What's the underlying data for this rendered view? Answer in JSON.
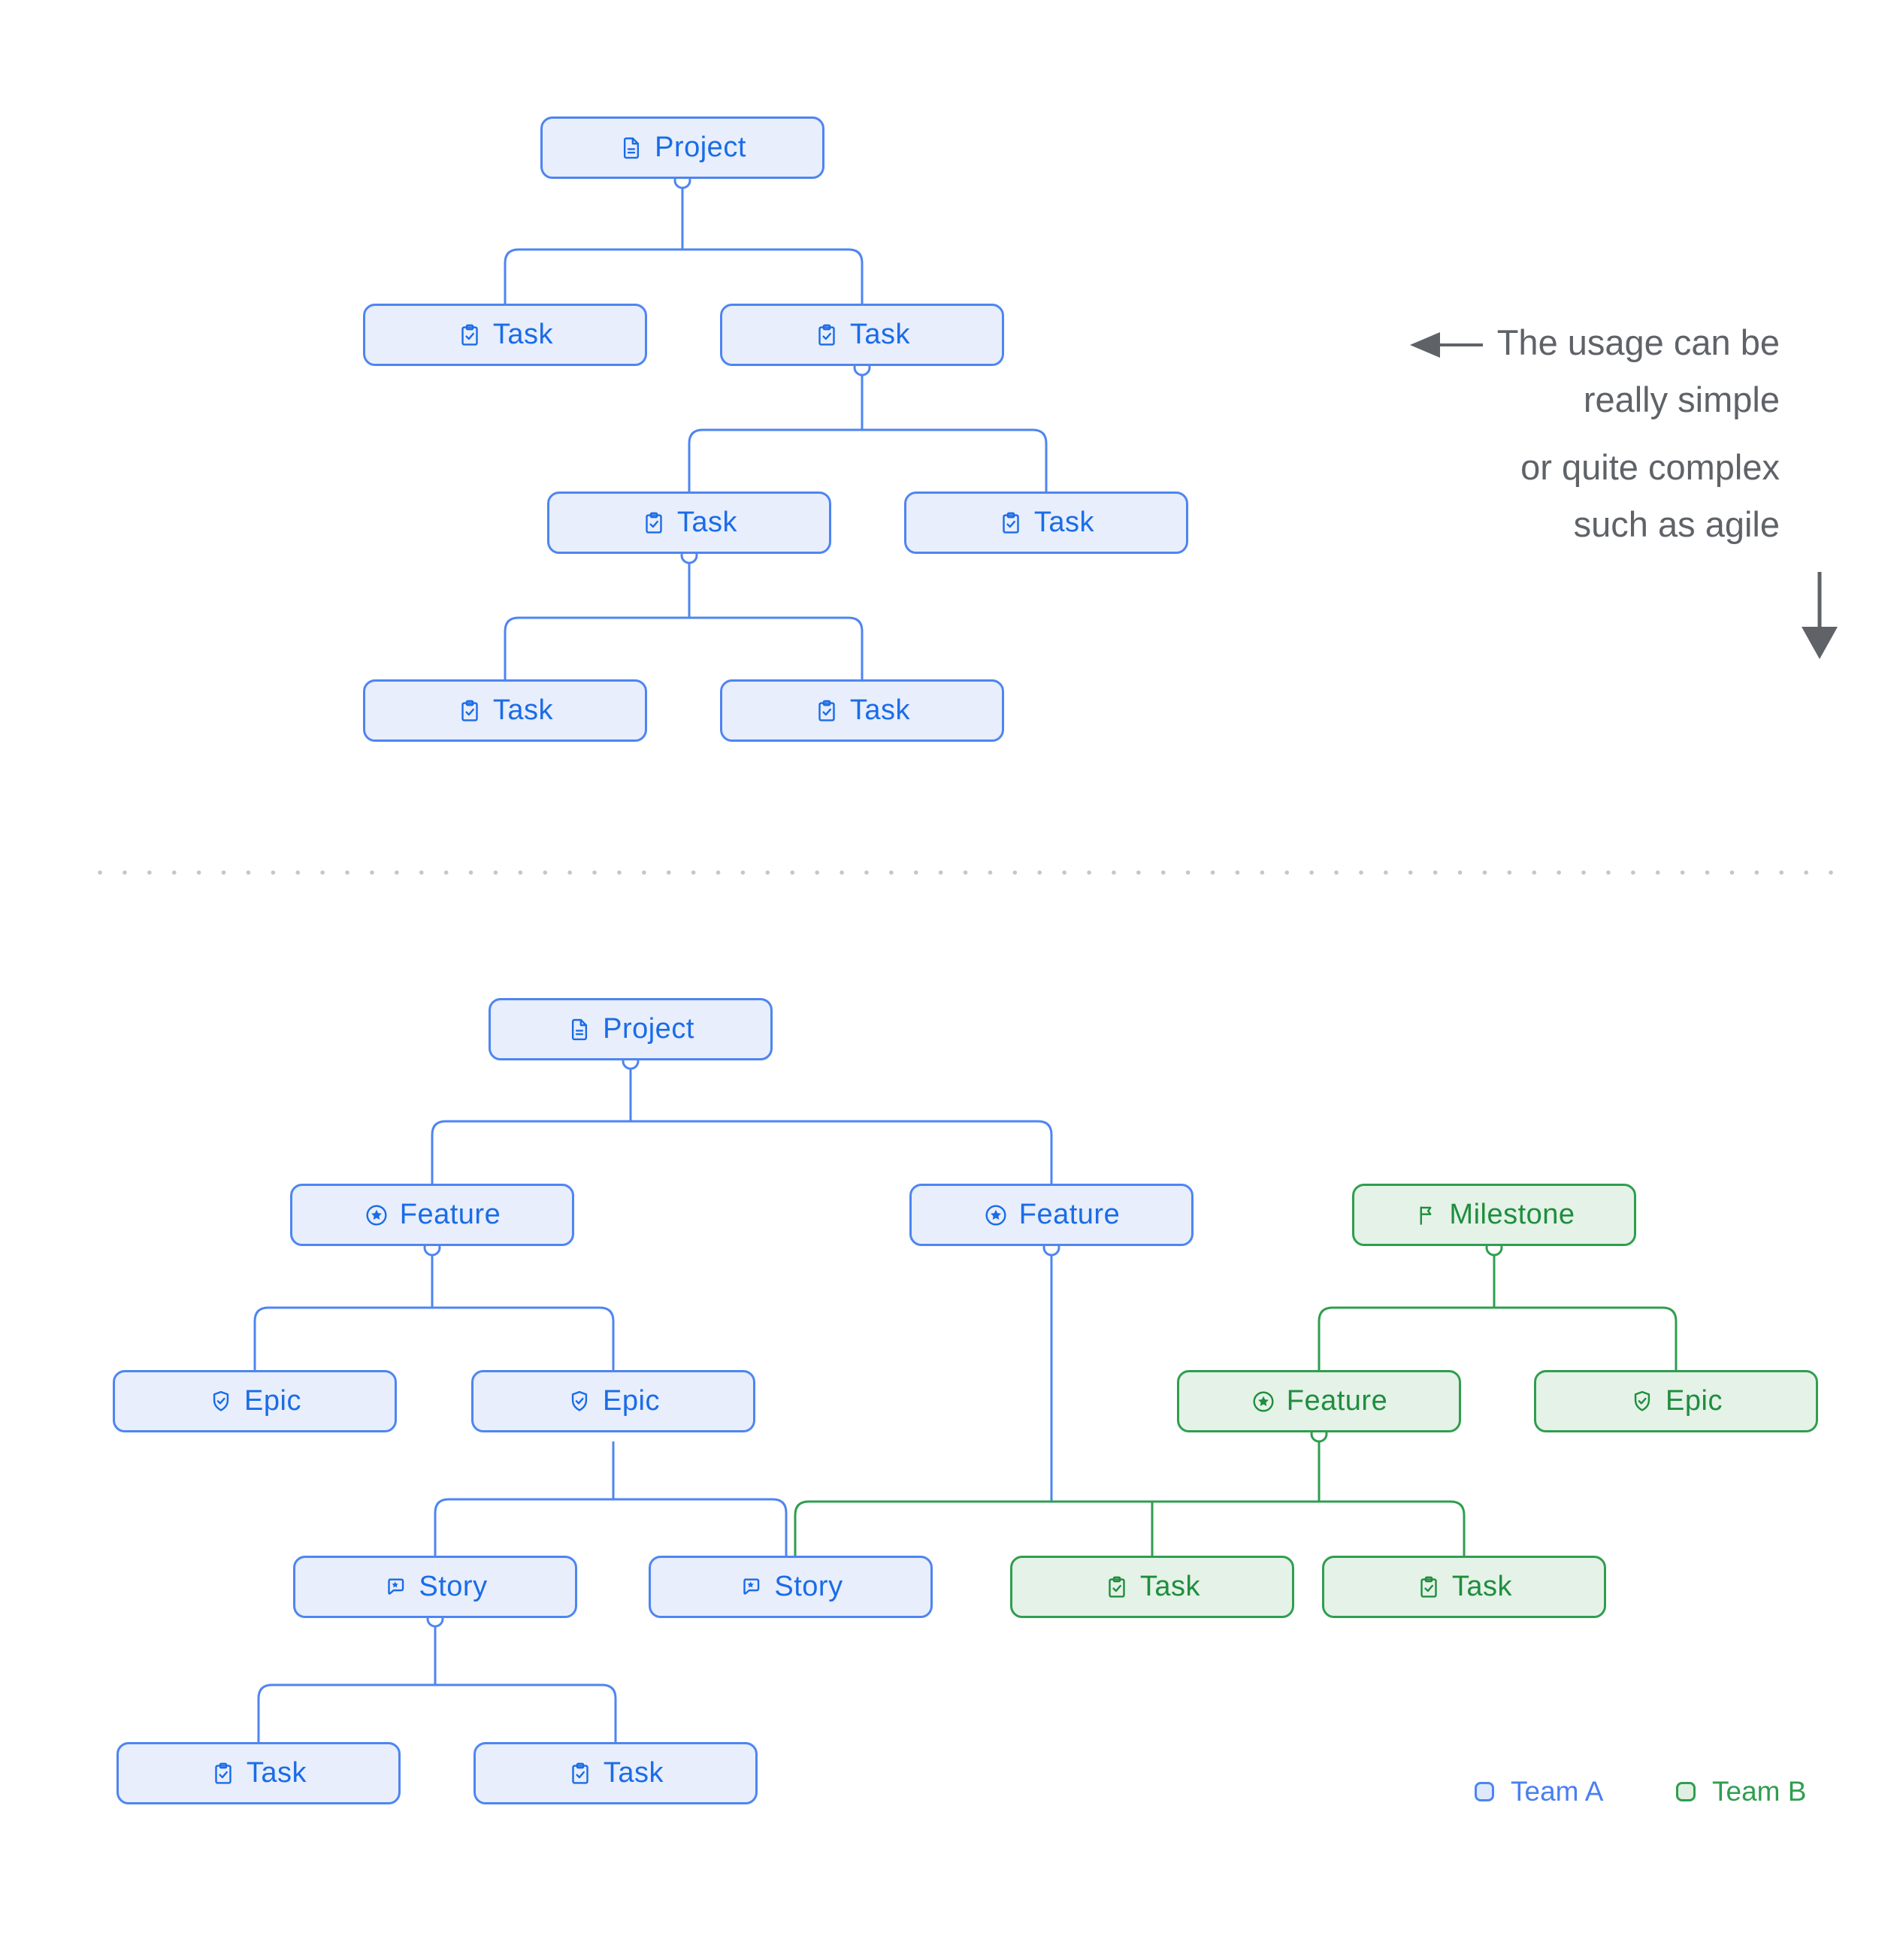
{
  "palette": {
    "team_a_border": "#4e85f1",
    "team_a_fill": "#e8eefb",
    "team_a_text": "#1a6ce8",
    "team_b_border": "#2f9e4f",
    "team_b_fill": "#e5f2e7",
    "team_b_text": "#1e8e3e",
    "annotation_text": "#5f6368",
    "divider_dots": "#c3c7cc"
  },
  "icons": {
    "project": "document-icon",
    "task": "clipboard-check-icon",
    "feature": "star-circle-icon",
    "milestone": "flag-icon",
    "epic": "shield-check-icon",
    "story": "chat-star-icon"
  },
  "annotations": {
    "line1": "The usage can be",
    "line2": "really simple",
    "line3": "or quite complex",
    "line4": "such as agile"
  },
  "legend": {
    "team_a": "Team A",
    "team_b": "Team B"
  },
  "simple_tree": {
    "root": "Project",
    "level1": [
      "Task",
      "Task"
    ],
    "level2": [
      "Task",
      "Task"
    ],
    "level3": [
      "Task",
      "Task"
    ]
  },
  "agile_tree": {
    "root": "Project",
    "features": [
      "Feature",
      "Feature"
    ],
    "milestone": "Milestone",
    "epics": [
      "Epic",
      "Epic"
    ],
    "stories": [
      "Story",
      "Story"
    ],
    "story_tasks": [
      "Task",
      "Task"
    ],
    "team_b": {
      "feature": "Feature",
      "epic": "Epic",
      "tasks": [
        "Task",
        "Task"
      ]
    }
  }
}
